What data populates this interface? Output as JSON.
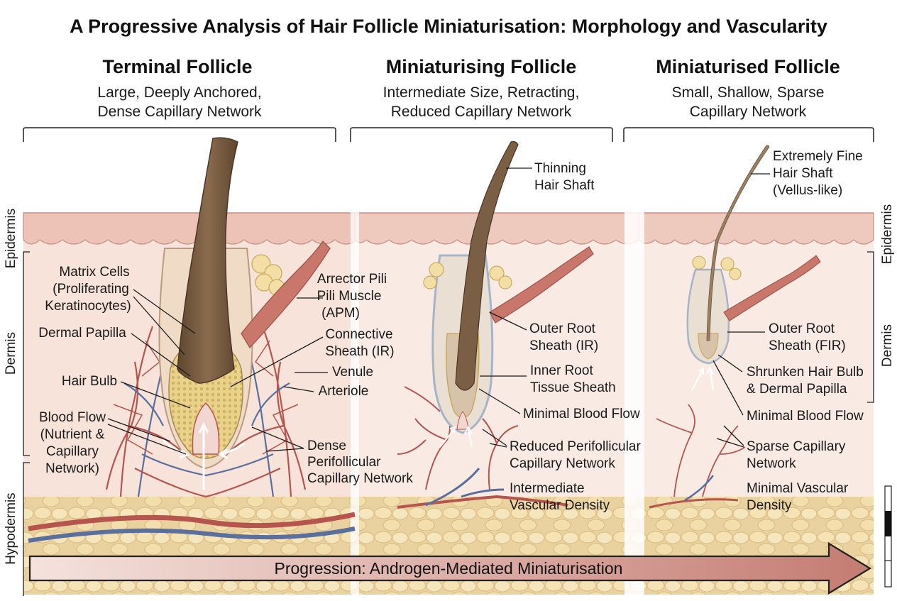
{
  "title": "A Progressive Analysis of Hair Follicle Miniaturisation: Morphology and Vascularity",
  "panels": [
    {
      "heading": "Terminal Follicle",
      "sub1": "Large, Deeply Anchored,",
      "sub2": "Dense Capillary Network"
    },
    {
      "heading": "Miniaturising Follicle",
      "sub1": "Intermediate Size, Retracting,",
      "sub2": "Reduced Capillary Network"
    },
    {
      "heading": "Miniaturised Follicle",
      "sub1": "Small, Shallow, Sparse",
      "sub2": "Capillary Network"
    }
  ],
  "layers": {
    "epidermis": "Epidermis",
    "dermis": "Dermis",
    "hypodermis": "Hypodermis"
  },
  "labels_terminal": {
    "matrix_cells": [
      "Matrix Cells",
      "(Proliferating",
      "Keratinocytes)"
    ],
    "dermal_papilla": "Dermal Papilla",
    "hair_bulb": "Hair Bulb",
    "blood_flow": [
      "Blood Flow",
      "(Nutrient &",
      "Capillary",
      "Network)"
    ],
    "arrector_pili": [
      "Arrector Pili",
      "Pili Muscle",
      "(APM)"
    ],
    "connective_sheath": [
      "Connective",
      "Sheath (IR)"
    ],
    "venule": "Venule",
    "arteriole": "Arteriole",
    "dense_network": [
      "Dense",
      "Perifollicular",
      "Capillary Network"
    ]
  },
  "labels_miniaturising": {
    "thinning_shaft": [
      "Thinning",
      "Hair Shaft"
    ],
    "outer_root_sheath": [
      "Outer Root",
      "Sheath (IR)"
    ],
    "inner_root_sheath": [
      "Inner Root",
      "Tissue Sheath"
    ],
    "minimal_blood_flow": "Minimal Blood Flow",
    "reduced_network": [
      "Reduced Perifollicular",
      "Capillary Network"
    ],
    "intermediate_density": [
      "Intermediate",
      "Vascular Density"
    ]
  },
  "labels_miniaturised": {
    "fine_shaft": [
      "Extremely Fine",
      "Hair Shaft",
      "(Vellus-like)"
    ],
    "outer_root_sheath": [
      "Outer Root",
      "Sheath (FIR)"
    ],
    "shrunken_bulb": [
      "Shrunken Hair Bulb",
      "& Dermal Papilla"
    ],
    "minimal_blood_flow": "Minimal Blood Flow",
    "sparse_network": [
      "Sparse Capillary",
      "Network"
    ],
    "minimal_density": [
      "Minimal Vascular",
      "Density"
    ]
  },
  "progression": "Progression: Androgen-Mediated Miniaturisation",
  "colors": {
    "epidermis": "#ecc3b6",
    "dermis": "#f7e3d9",
    "fat": "#f2dba8",
    "hair": "#7a5f44",
    "artery": "#b5554e",
    "vein": "#5a6f9e",
    "muscle": "#c9766b",
    "arrow": "#c47c72"
  },
  "icons": [
    "scale-bar-icon",
    "progression-arrow-icon"
  ]
}
